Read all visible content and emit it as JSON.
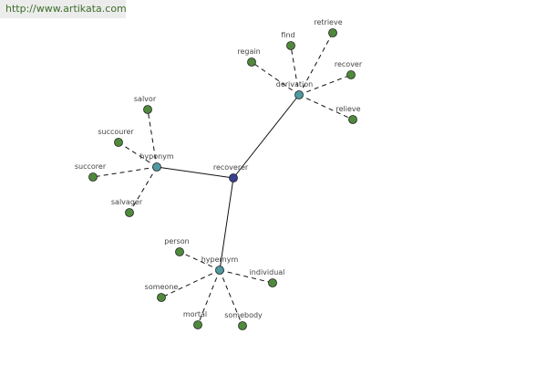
{
  "banner": {
    "url": "http://www.artikata.com"
  },
  "colors": {
    "central": "#3a3f8f",
    "hub": "#4e9aa3",
    "leaf": "#4f8a3c",
    "node_stroke": "#222222",
    "edge": "#111111",
    "label": "#444444"
  },
  "graph": {
    "center": {
      "id": "recoverer",
      "label": "recoverer"
    },
    "hubs": [
      {
        "id": "hyponym",
        "label": "hyponym",
        "leaves": [
          "salvor",
          "succourer",
          "succorer",
          "salvager"
        ]
      },
      {
        "id": "derivation",
        "label": "derivation",
        "leaves": [
          "regain",
          "find",
          "retrieve",
          "recover",
          "relieve"
        ]
      },
      {
        "id": "hypernym",
        "label": "hypernym",
        "leaves": [
          "person",
          "individual",
          "someone",
          "mortal",
          "somebody"
        ]
      }
    ]
  }
}
